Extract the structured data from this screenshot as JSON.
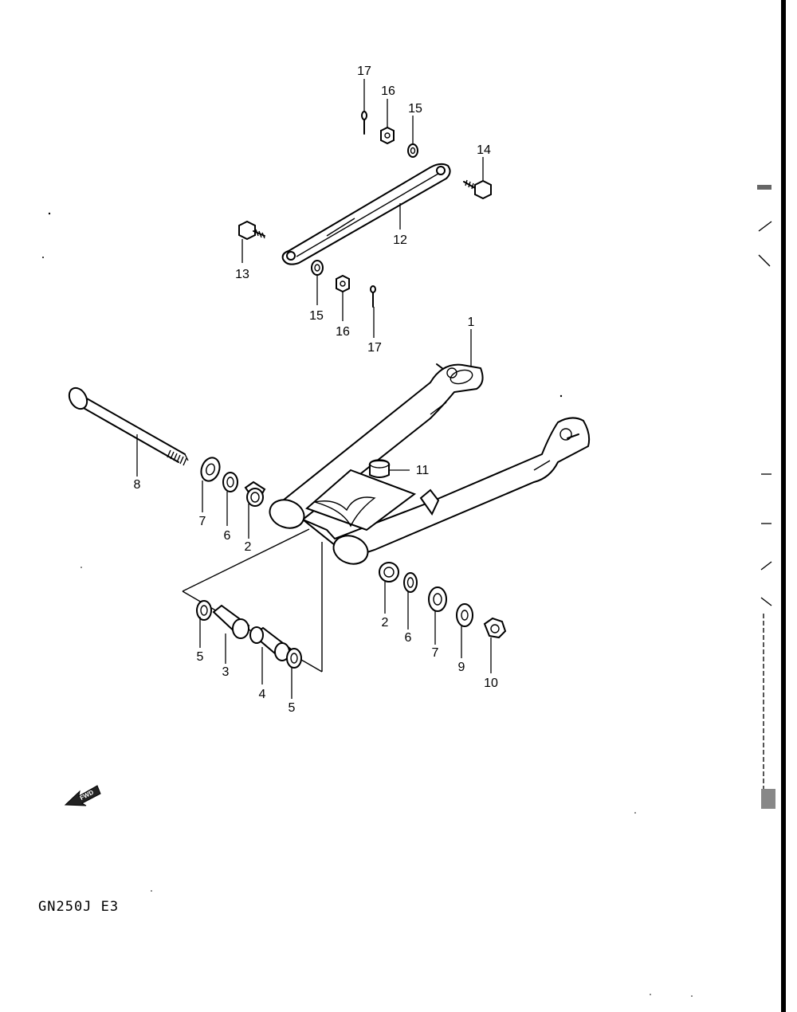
{
  "diagram": {
    "model_code": "GN250J E3",
    "fwd_badge": "FWD",
    "part_labels": {
      "p1": "1",
      "p2a": "2",
      "p2b": "2",
      "p3": "3",
      "p4": "4",
      "p5a": "5",
      "p5b": "5",
      "p6a": "6",
      "p6b": "6",
      "p7a": "7",
      "p7b": "7",
      "p8": "8",
      "p9": "9",
      "p10": "10",
      "p11": "11",
      "p12": "12",
      "p13": "13",
      "p14": "14",
      "p15a": "15",
      "p15b": "15",
      "p16a": "16",
      "p16b": "16",
      "p17a": "17",
      "p17b": "17"
    }
  }
}
